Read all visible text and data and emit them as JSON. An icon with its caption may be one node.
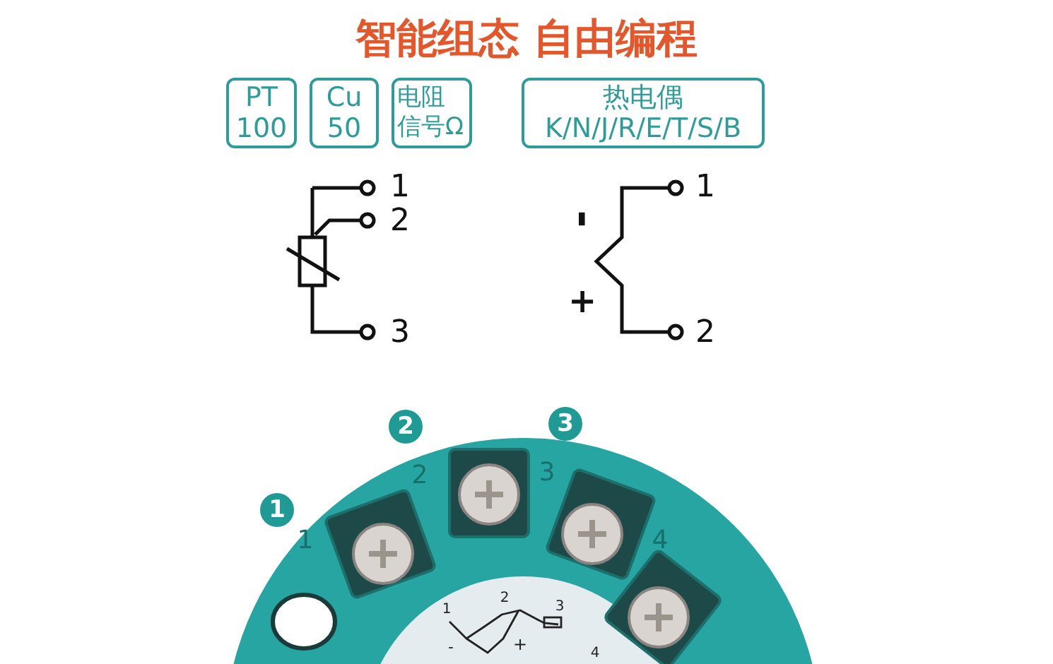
{
  "diagram": {
    "title": "智能组态 自由编程",
    "nodes": [
      {
        "text": [
          "PT 100"
        ]
      },
      {
        "text": [
          "Cu 50"
        ]
      },
      {
        "text": [
          "电阻信号Ω"
        ]
      },
      {
        "text": [
          "热电偶",
          "K/N/J/R/E/T/S/B"
        ]
      }
    ],
    "labels": [
      "1",
      "2",
      "3",
      "-",
      "+",
      "1",
      "2",
      "1",
      "2",
      "3",
      "1",
      "2",
      "3",
      "4",
      "1",
      "2",
      "3",
      "-",
      "+",
      "4"
    ]
  }
}
